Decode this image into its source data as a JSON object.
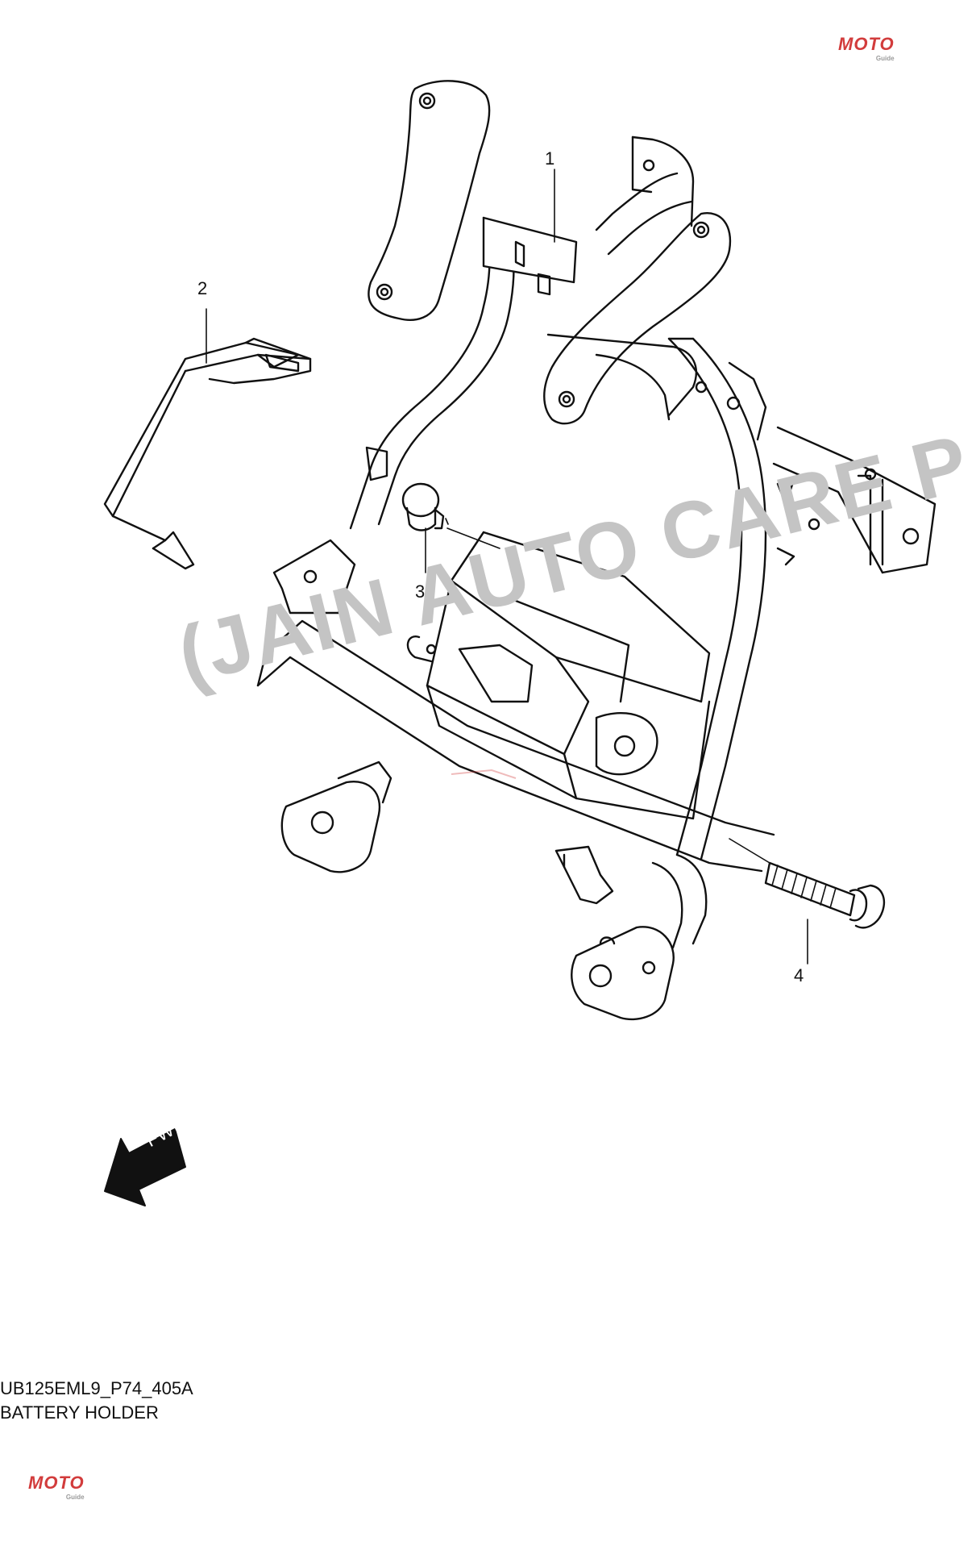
{
  "callouts": {
    "part_1": "1",
    "part_2": "2",
    "part_3": "3",
    "part_4": "4"
  },
  "fwd_label": "FWD",
  "watermark": "(JAIN AUTO CARE P",
  "caption": {
    "code": "UB125EML9_P74_405A",
    "title": "BATTERY HOLDER"
  },
  "logo": {
    "text": "MOTO",
    "subtext": "Guide"
  },
  "colors": {
    "line": "#111111",
    "watermark": "#c4c4c4",
    "logo": "#d23c3c",
    "arrow": "#111111"
  }
}
